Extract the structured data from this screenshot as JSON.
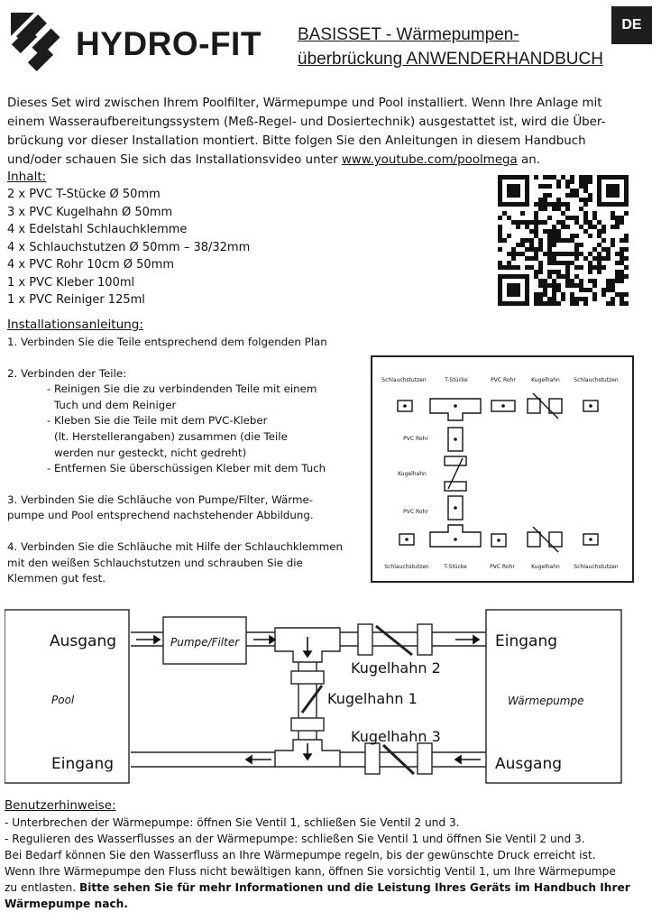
{
  "header": {
    "logo_text": "HYDRO-FIT",
    "title_line1": "BASISSET - Wärmepumpen-",
    "title_line2": "überbrückung ANWENDERHANDBUCH",
    "lang_badge": "DE"
  },
  "intro": {
    "line1": "Dieses Set wird zwischen Ihrem Poolfilter, Wärmepumpe und Pool installiert. Wenn Ihre Anlage mit",
    "line2": "einem Wasseraufbereitungssystem (Meß-Regel- und Dosiertechnik) ausgestattet ist, wird die Über-",
    "line3": "brückung vor dieser Installation montiert. Bitte folgen Sie den Anleitungen in diesem Handbuch",
    "line4_pre": "und/oder schauen Sie sich das Installationsvideo unter ",
    "link": "www.youtube.com/poolmega",
    "line4_post": " an."
  },
  "contents": {
    "heading": "Inhalt:",
    "items": [
      "2 x PVC T-Stücke Ø 50mm",
      "3 x PVC Kugelhahn Ø 50mm",
      "4 x Edelstahl Schlauchklemme",
      "4 x Schlauchstutzen Ø 50mm – 38/32mm",
      "4 x PVC Rohr 10cm Ø 50mm",
      "1 x PVC Kleber 100ml",
      "1 x PVC Reiniger 125ml"
    ]
  },
  "instructions": {
    "heading": "Installationsanleitung:",
    "step1": "1. Verbinden Sie die Teile entsprechend dem folgenden Plan",
    "step2": "2. Verbinden der Teile:",
    "step2_sub": [
      "- Reinigen Sie die zu verbindenden Teile mit einem",
      "Tuch und dem Reiniger",
      "- Kleben Sie die Teile mit dem PVC-Kleber",
      "(lt. Herstellerangaben) zusammen (die Teile",
      "werden nur gesteckt, nicht gedreht)",
      "- Entfernen Sie überschüssigen Kleber mit dem Tuch"
    ],
    "step3_line1": "3. Verbinden Sie die Schläuche von Pumpe/Filter, Wärme-",
    "step3_line2": "pumpe und Pool entsprechend nachstehender Abbildung.",
    "step4_line1": "4. Verbinden Sie die Schläuche mit Hilfe der Schlauchklemmen",
    "step4_line2": "mit den weißen Schlauchstutzen und schrauben Sie die",
    "step4_line3": "Klemmen gut fest."
  },
  "plan": {
    "top_labels": [
      "Schlauchstutzen",
      "T-Stücke",
      "PVC Rohr",
      "Kugelhahn",
      "Schlauchstutzen"
    ],
    "mid_labels": [
      "PVC Rohr",
      "Kugelhahn",
      "PVC Rohr"
    ],
    "bottom_labels": [
      "Schlauchstutzen",
      "T-Stücke",
      "PVC Rohr",
      "Kugelhahn",
      "Schlauchstutzen"
    ]
  },
  "diagram": {
    "pool_out": "Ausgang",
    "pool_label": "Pool",
    "pool_in": "Eingang",
    "pump_filter": "Pumpe/Filter",
    "valve2": "Kugelhahn 2",
    "valve1": "Kugelhahn 1",
    "valve3": "Kugelhahn 3",
    "hp_in": "Eingang",
    "hp_label": "Wärmepumpe",
    "hp_out": "Ausgang"
  },
  "notes": {
    "heading": "Benutzerhinweise:",
    "line1": "- Unterbrechen der Wärmepumpe: öffnen Sie Ventil 1, schließen Sie Ventil 2 und 3.",
    "line2": "- Regulieren des Wasserflusses an der Wärmepumpe: schließen Sie Ventil 1 und öffnen Sie Ventil 2 und 3.",
    "line3": "Bei Bedarf können Sie den Wasserfluss an Ihre Wärmepumpe regeln, bis der gewünschte Druck erreicht ist.",
    "line4": "Wenn Ihre Wärmepumpe den Fluss nicht bewältigen kann, öffnen Sie vorsichtig Ventil 1, um Ihre Wärmepumpe",
    "line5_pre": "zu entlasten. ",
    "line5_bold": "Bitte sehen Sie für mehr Informationen und die Leistung Ihres Geräts im Handbuch Ihrer",
    "line6_bold": "Wärmepumpe nach."
  }
}
